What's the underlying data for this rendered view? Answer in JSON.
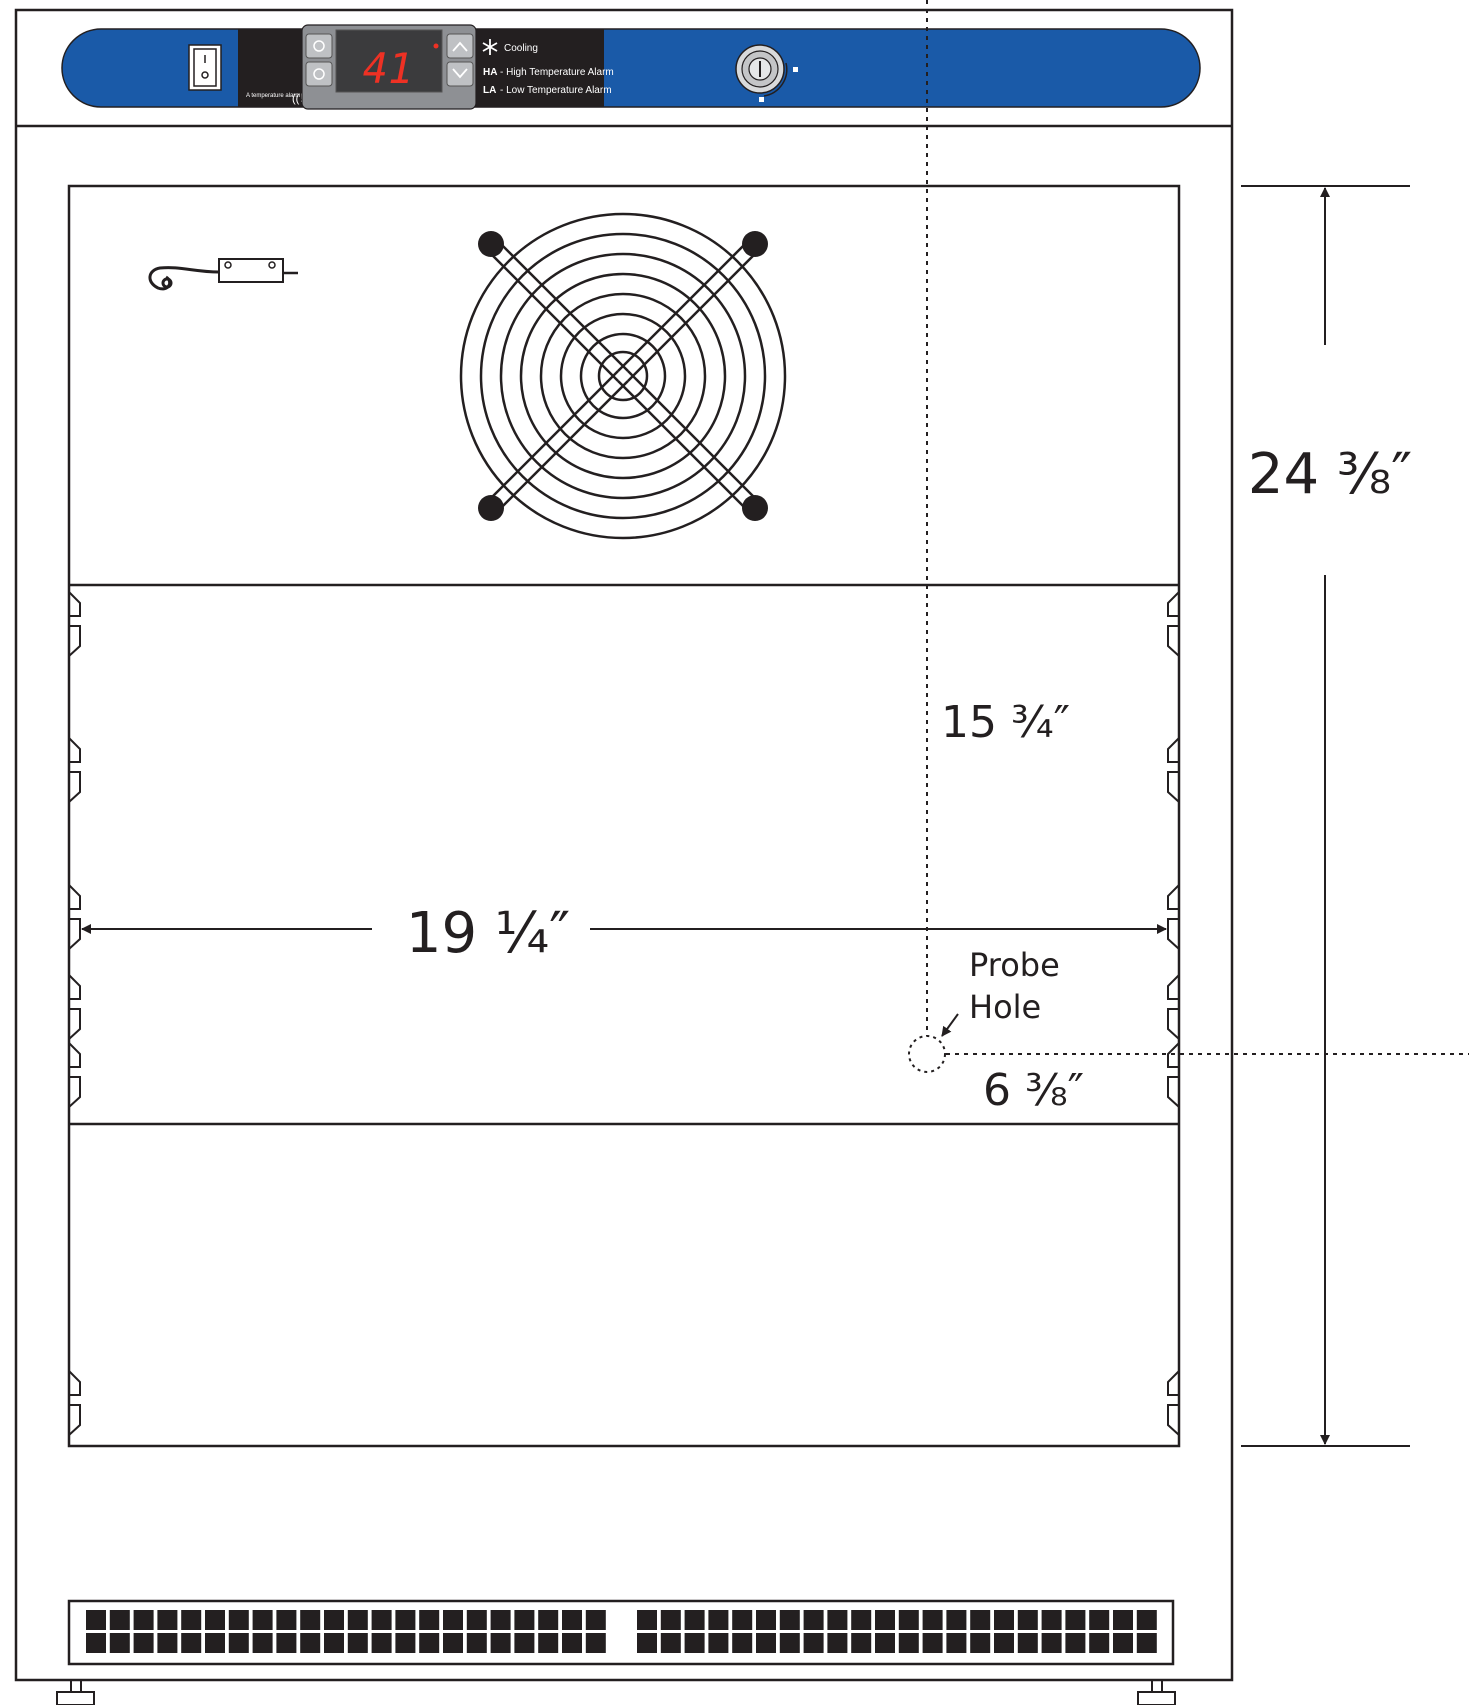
{
  "control_panel": {
    "accent_color": "#1a5aa8",
    "display_reading": "41",
    "alarm_note": "A temperature alarm has occurred",
    "legend": {
      "cooling": "Cooling",
      "ha_code": "HA",
      "ha_text": "- High Temperature Alarm",
      "la_code": "LA",
      "la_text": "- Low Temperature Alarm"
    },
    "icons": [
      "power-switch-icon",
      "light-icon",
      "defrost-icon",
      "snowflake-icon",
      "alarm-icon",
      "up-arrow-icon",
      "down-arrow-icon",
      "door-lock-icon"
    ]
  },
  "dimensions": {
    "interior_height": "24 ⅜″",
    "interior_width": "19 ¼″",
    "probe_from_top": "15 ¾″",
    "probe_from_side": "6 ⅜″"
  },
  "probe_label_line1": "Probe",
  "probe_label_line2": "Hole"
}
